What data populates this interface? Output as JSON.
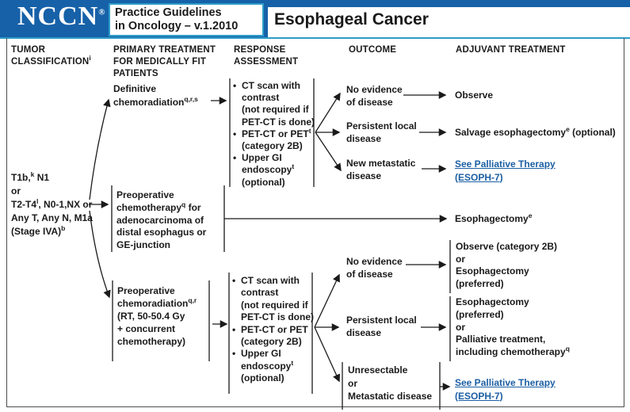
{
  "header": {
    "logo": "NCCN",
    "reg": "®",
    "pg1": "Practice Guidelines",
    "pg2": "in Oncology – v.1.2010",
    "title": "Esophageal Cancer"
  },
  "colors": {
    "nccn_blue": "#1661a8",
    "teal_rule": "#2e9cc8",
    "link_blue": "#1b5fa3",
    "text": "#1a1a1a"
  },
  "glyphs": {
    "bullet": "•"
  },
  "cols": {
    "c1a": "TUMOR",
    "c1b": "CLASSIFICATION",
    "c1s": "i",
    "c2a": "PRIMARY TREATMENT",
    "c2b": "FOR MEDICALLY FIT",
    "c2c": "PATIENTS",
    "c3a": "RESPONSE",
    "c3b": "ASSESSMENT",
    "c4": "OUTCOME",
    "c5": "ADJUVANT TREATMENT"
  },
  "tumor": {
    "l1a": "T1b,",
    "l1s": "k",
    "l1b": " N1",
    "l2": "or",
    "l3a": "T2-T4",
    "l3s": "l",
    "l3b": ", N0-1,NX or",
    "l4": "Any T, Any N, M1a",
    "l5a": "(Stage IVA)",
    "l5s": "b"
  },
  "pt1": {
    "l1": "Definitive",
    "l2a": "chemoradiation",
    "l2s": "q,r,s"
  },
  "pt2": {
    "l1": "Preoperative",
    "l2a": "chemotherapy",
    "l2s": "q",
    "l2b": " for",
    "l3": "adenocarcinoma of",
    "l4": "distal esophagus or",
    "l5": "GE-junction"
  },
  "pt3": {
    "l1": "Preoperative",
    "l2a": "chemoradiation",
    "l2s": "q,r",
    "l3": "(RT, 50-50.4 Gy",
    "l4": "+ concurrent",
    "l5": "chemotherapy)"
  },
  "ra1": {
    "b1l1": "CT scan with",
    "b1l2": "contrast",
    "b1l3": "(not required if",
    "b1l4": "PET-CT is done)",
    "b2l1a": "PET-CT or PET",
    "b2l1s": "t",
    "b2l2": "(category 2B)",
    "b3l1": "Upper GI",
    "b3l2a": "endoscopy",
    "b3l2s": "t",
    "b3l3": "(optional)"
  },
  "ra2": {
    "b1l1": "CT scan with",
    "b1l2": "contrast",
    "b1l3": "(not required if",
    "b1l4": "PET-CT is done)",
    "b2l1": "PET-CT or PET",
    "b2l2": "(category 2B)",
    "b3l1": "Upper GI",
    "b3l2a": "endoscopy",
    "b3l2s": "t",
    "b3l3": "(optional)"
  },
  "out": {
    "o1l1": "No evidence",
    "o1l2": "of disease",
    "o2l1": "Persistent local",
    "o2l2": "disease",
    "o3l1": "New metastatic",
    "o3l2": "disease",
    "o4l1": "No evidence",
    "o4l2": "of disease",
    "o5l1": "Persistent local",
    "o5l2": "disease",
    "o6l1": "Unresectable",
    "o6l2": "or",
    "o6l3": "Metastatic disease"
  },
  "adj": {
    "a1": "Observe",
    "a2a": "Salvage esophagectomy",
    "a2s": "e",
    "a2b": " (optional)",
    "link1l1": "See Palliative Therapy",
    "link1l2": "(ESOPH-7)",
    "a4a": "Esophagectomy",
    "a4s": "e",
    "a5l1": "Observe (category 2B)",
    "a5l2": "or",
    "a5l3": "Esophagectomy",
    "a5l4": "(preferred)",
    "a6l1": "Esophagectomy",
    "a6l2": "(preferred)",
    "a6l3": "or",
    "a6l4": "Palliative treatment,",
    "a6l5a": "including chemotherapy",
    "a6l5s": "q",
    "link2l1": "See Palliative Therapy",
    "link2l2": "(ESOPH-7)"
  }
}
